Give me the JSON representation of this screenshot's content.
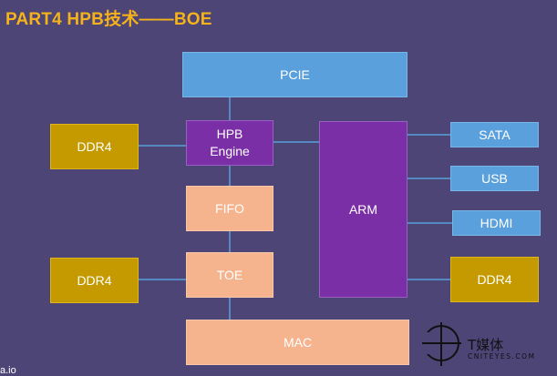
{
  "title": "PART4  HPB技术——BOE",
  "blocks": {
    "pcie": "PCIE",
    "hpb_engine": [
      "HPB",
      "Engine"
    ],
    "fifo": "FIFO",
    "toe": "TOE",
    "mac": "MAC",
    "arm": "ARM",
    "ddr4_top_left": "DDR4",
    "ddr4_bottom_left": "DDR4",
    "ddr4_right": "DDR4",
    "sata": "SATA",
    "usb": "USB",
    "hdmi": "HDMI"
  },
  "logo": {
    "cn": "T媒体",
    "en": "CNITEYES.COM"
  },
  "corner_text": "a.io",
  "colors": {
    "background": "#4c4576",
    "title": "#f5b21a",
    "blue": "#5aa0dc",
    "purple": "#7a2fa6",
    "gold": "#c49a00",
    "peach": "#f6b48e",
    "wire": "#5aa0dc"
  }
}
